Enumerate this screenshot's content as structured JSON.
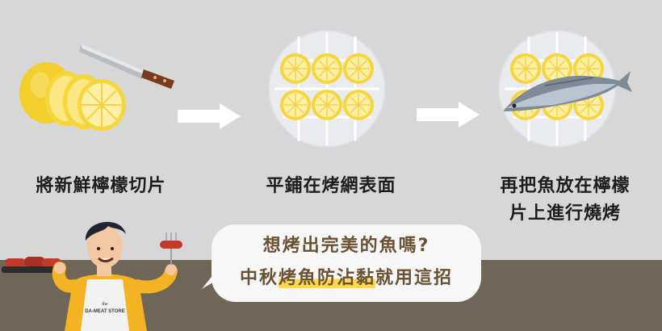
{
  "steps": [
    {
      "label": "將新鮮檸檬切片"
    },
    {
      "label": "平鋪在烤網表面"
    },
    {
      "label_line1": "再把魚放在檸檬",
      "label_line2": "片上進行燒烤"
    }
  ],
  "bubble": {
    "question": "想烤出完美的魚嗎?",
    "tip_prefix": "中秋",
    "tip_highlight": "烤魚防沾黏",
    "tip_suffix": "就用這招"
  },
  "chef_apron_text": {
    "top": "the",
    "brand": "DA-MEAT STORE"
  },
  "colors": {
    "background": "#d7d7d7",
    "floor": "#6f6658",
    "bubble_text": "#6b5134",
    "highlight": "#ffd84a",
    "lemon": "#f6d63a"
  }
}
